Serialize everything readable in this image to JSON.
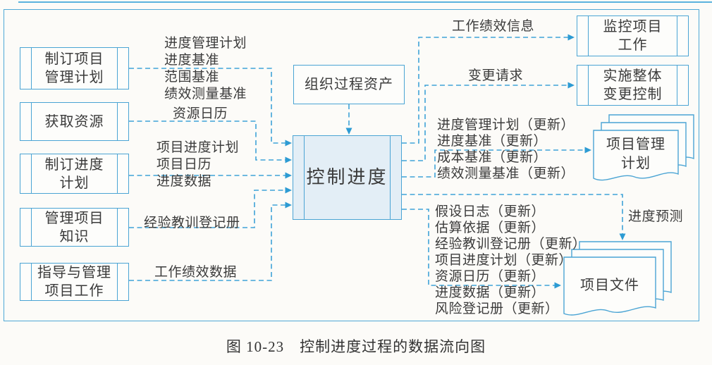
{
  "accent": {
    "line_blue": "#3fa3d7",
    "border_blue": "#4aa4d4",
    "control_box_fill": "#e3eef6",
    "text_color": "#3a3a3a"
  },
  "boxes": {
    "develop_pm_plan": "制订项目\n管理计划",
    "acquire_resources": "获取资源",
    "develop_schedule": "制订进度\n计划",
    "manage_knowledge": "管理项目\n知识",
    "direct_manage_work": "指导与管理\n项目工作",
    "opa": "组织过程资产",
    "control_schedule": "控制进度",
    "monitor_control_work": "监控项目\n工作",
    "perform_icc": "实施整体\n变更控制"
  },
  "documents": {
    "pm_plan": "项目管理\n计划",
    "project_docs": "项目文件"
  },
  "flows": {
    "from_develop_pm_plan": [
      "进度管理计划",
      "进度基准",
      "范围基准",
      "绩效测量基准"
    ],
    "from_acquire_resources": "资源日历",
    "from_develop_schedule": [
      "项目进度计划",
      "项目日历",
      "进度数据"
    ],
    "from_manage_knowledge": "经验教训登记册",
    "from_direct_manage_work": "工作绩效数据",
    "to_monitor_control_work": "工作绩效信息",
    "to_perform_icc": "变更请求",
    "to_pm_plan": [
      "进度管理计划（更新）",
      "进度基准（更新）",
      "成本基准（更新）",
      "绩效测量基准（更新）"
    ],
    "schedule_forecasts": "进度预测",
    "to_project_docs": [
      "假设日志（更新）",
      "估算依据（更新）",
      "经验教训登记册（更新）",
      "项目进度计划（更新）",
      "资源日历（更新）",
      "进度数据（更新）",
      "风险登记册（更新）"
    ]
  },
  "caption": "图 10-23　控制进度过程的数据流向图"
}
